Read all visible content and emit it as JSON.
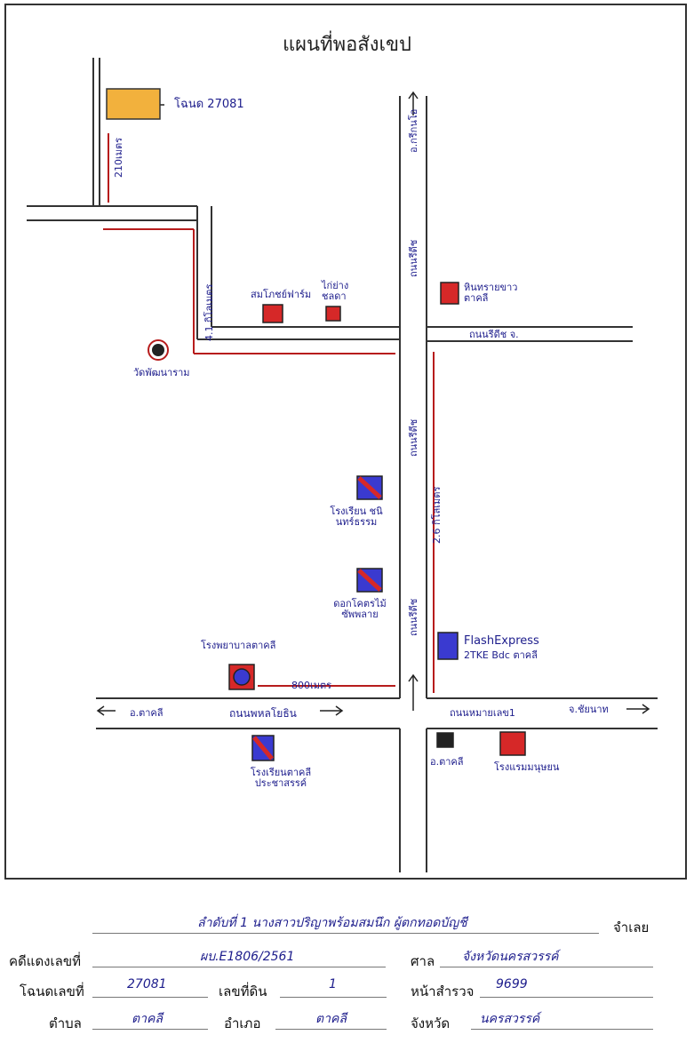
{
  "map": {
    "title": "แผนที่พอสังเขป",
    "land_label": "โฉนด 27081",
    "dist_top": "210เมตร",
    "dist_left": "4.1 กิโลเมตร",
    "dist_right": "2.6 กิโลเมตร",
    "dist_bottom": "800เมตร",
    "road_north": "อ.กรีกนโอ",
    "road_east_top": "ถนนรีดีช จ.",
    "road_center_v1": "ถนนรีดีช",
    "road_center_v2": "ถนนรีดีช",
    "road_center_v3": "ถนนรีดีช",
    "road_bottom": "ถนนพหลโยธิน",
    "road_bottom_east": "ถนนหมายเลข1",
    "dir_left": "อ.ตาคลี",
    "dir_right": "จ.ชัยนาท",
    "temple": "วัดพัฒนาราม",
    "shop1": "สมโภชย์ฟาร์ม",
    "shop2": "ไก่ย่าง ชลดา",
    "shop3": "หินทรายขาว ตาคลี",
    "shop4": "โรงเรียน ชนินทร์ธรรม",
    "shop5": "ดอกโคตรไม้ ซัพพลาย",
    "shop6": "โรงพยาบาลตาคลี",
    "flash1": "FlashExpress",
    "flash2": "2TKE Bdc ตาคลี",
    "school": "โรงเรียนตาคลี ประชาสรรค์",
    "bus": "อ.ตาคลี",
    "shop7": "โรงแรมมนุษยน"
  },
  "form": {
    "sale_order": "ลำดับที่ 1 นางสาวปริญาพร้อมสมนึก ผู้ตกทอดบัญชี",
    "sale_label": "จำเลย",
    "case_label": "คดีแดงเลขที่",
    "case_value": "ผบ.E1806/2561",
    "court_label": "ศาล",
    "court_value": "จังหวัดนครสวรรค์",
    "deed_label": "โฉนดเลขที่",
    "deed_value": "27081",
    "land_no_label": "เลขที่ดิน",
    "land_no_value": "1",
    "survey_label": "หน้าสำรวจ",
    "survey_value": "9699",
    "subdistrict_label": "ตำบล",
    "subdistrict_value": "ตาคลี",
    "district_label": "อำเภอ",
    "district_value": "ตาคลี",
    "province_label": "จังหวัด",
    "province_value": "นครสวรรค์"
  }
}
